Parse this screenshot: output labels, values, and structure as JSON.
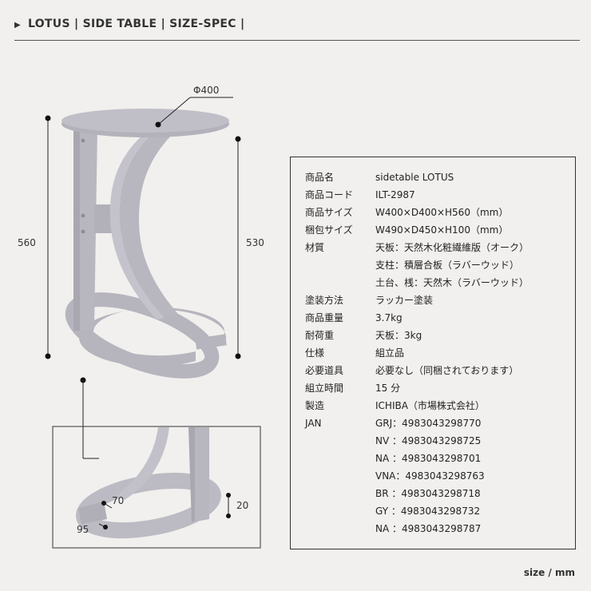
{
  "header": {
    "title": "LOTUS | SIDE TABLE | SIZE-SPEC |",
    "arrow": "▶"
  },
  "dimensions": {
    "diameter": "Φ400",
    "height_total": "560",
    "height_top": "530",
    "detail_thickness": "20",
    "detail_gap": "70",
    "detail_width": "95"
  },
  "spec": [
    {
      "key": "商品名",
      "values": [
        "sidetable LOTUS"
      ]
    },
    {
      "key": "商品コード",
      "values": [
        "ILT-2987"
      ]
    },
    {
      "key": "商品サイズ",
      "values": [
        "W400×D400×H560（mm）"
      ]
    },
    {
      "key": "梱包サイズ",
      "values": [
        "W490×D450×H100（mm）"
      ]
    },
    {
      "key": "材質",
      "values": [
        "天板：天然木化粧繊維版（オーク）",
        "支柱：積層合板（ラバーウッド）",
        "土台、桟：天然木（ラバーウッド）"
      ]
    },
    {
      "key": "塗装方法",
      "values": [
        "ラッカー塗装"
      ]
    },
    {
      "key": "商品重量",
      "values": [
        "3.7kg"
      ]
    },
    {
      "key": "耐荷重",
      "values": [
        "天板：3kg"
      ]
    },
    {
      "key": "仕様",
      "values": [
        "組立品"
      ]
    },
    {
      "key": "必要道具",
      "values": [
        "必要なし（同梱されております）"
      ]
    },
    {
      "key": "組立時間",
      "values": [
        "15 分"
      ]
    },
    {
      "key": "製造",
      "values": [
        "ICHIBA（市場株式会社）"
      ]
    },
    {
      "key": "JAN",
      "values": [
        "GRJ：4983043298770"
      ]
    },
    {
      "key": "",
      "values": [
        "NV ：4983043298725"
      ]
    },
    {
      "key": "",
      "values": [
        "NA ：4983043298701"
      ]
    },
    {
      "key": "",
      "values": [
        "VNA：4983043298763"
      ]
    },
    {
      "key": "",
      "values": [
        "BR ：4983043298718"
      ]
    },
    {
      "key": "",
      "values": [
        "GY ：4983043298732"
      ]
    },
    {
      "key": "",
      "values": [
        "NA ：4983043298787"
      ]
    }
  ],
  "footer": {
    "unit": "size / mm"
  },
  "colors": {
    "background": "#f1f0ee",
    "table": "#b9b8c0",
    "table_dark": "#a3a2ab",
    "line": "#333333"
  }
}
